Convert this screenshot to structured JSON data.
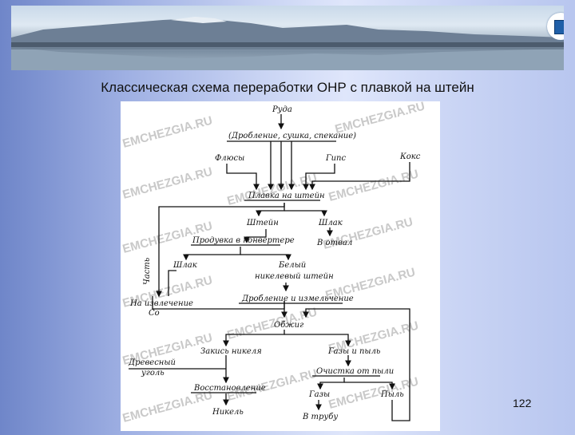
{
  "slide": {
    "title": "Классическая схема переработки ОНР с плавкой на штейн",
    "page_number": "122"
  },
  "diagram": {
    "nodes": {
      "ore": "Руда",
      "crushing": "(Дробление, сушка, спекание)",
      "fluxes": "Флюсы",
      "gypsum": "Гипс",
      "coke": "Кокс",
      "matte_smelting": "Плавка на штейн",
      "matte": "Штейн",
      "slag": "Шлак",
      "to_dump": "В отвал",
      "converter_blowing": "Продувка в конвертере",
      "converter_slag": "Шлак",
      "white_nickel_matte_1": "Белый",
      "white_nickel_matte_2": "никелевый штейн",
      "part": "Часть",
      "cobalt_extraction_1": "На извлечение",
      "cobalt_extraction_2": "Co",
      "crushing_grinding": "Дробление и измельчение",
      "roasting": "Обжиг",
      "nickel_oxide": "Закись никеля",
      "gases_dust": "Газы и пыль",
      "charcoal_1": "Древесный",
      "charcoal_2": "уголь",
      "dust_cleaning": "Очистка от пыли",
      "reduction": "Восстановление",
      "gases": "Газы",
      "dust": "Пыль",
      "nickel": "Никель",
      "to_stack": "В трубу"
    },
    "watermark": "EMCHEZGIA.RU"
  },
  "logo": {
    "mark": "®",
    "color": "#1f5fa8"
  }
}
